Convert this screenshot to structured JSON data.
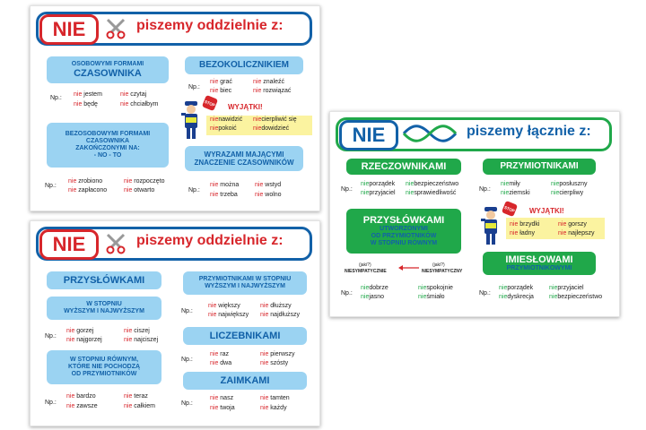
{
  "colors": {
    "red": "#d7262b",
    "blue": "#1261a8",
    "light_blue": "#9bd3f2",
    "green": "#20a84a"
  },
  "poster1": {
    "nie": "NIE",
    "title": "piszemy oddzielnie z:",
    "icon": "scissors-icon",
    "sec_a": {
      "line1": "OSOBOWYMI FORMAMI",
      "line2": "CZASOWNIKA"
    },
    "ex_a": {
      "np": "Np.:",
      "r1": [
        [
          "nie",
          " jestem"
        ],
        [
          "nie",
          " czytaj"
        ]
      ],
      "r2": [
        [
          "nie",
          " będę"
        ],
        [
          "nie",
          " chciałbym"
        ]
      ]
    },
    "sec_b": {
      "line1": "BEZOSOBOWYMI FORMAMI",
      "line2": "CZASOWNIKA",
      "line3": "ZAKOŃCZONYMI NA:",
      "line4": "- NO  - TO"
    },
    "ex_b": {
      "np": "Np.:",
      "r1": [
        [
          "nie",
          " zrobiono"
        ],
        [
          "nie",
          " rozpoczęto"
        ]
      ],
      "r2": [
        [
          "nie",
          " zapłacono"
        ],
        [
          "nie",
          " otwarto"
        ]
      ]
    },
    "sec_c": {
      "line1": "BEZOKOLICZNIKIEM"
    },
    "ex_c": {
      "np": "Np.:",
      "r1": [
        [
          "nie",
          " grać"
        ],
        [
          "nie",
          " znaleźć"
        ]
      ],
      "r2": [
        [
          "nie",
          " biec"
        ],
        [
          "nie",
          " rozwiązać"
        ]
      ]
    },
    "stop": "STOP",
    "wyjatki": "WYJĄTKI!",
    "ex_w": {
      "r1": [
        [
          "nie",
          "nawidzić"
        ],
        [
          "nie",
          "cierpliwić się"
        ]
      ],
      "r2": [
        [
          "nie",
          "pokoić"
        ],
        [
          "nie",
          "dowidzieć"
        ]
      ]
    },
    "sec_d": {
      "line1": "WYRAZAMI MAJĄCYMI",
      "line2": "ZNACZENIE CZASOWNIKÓW"
    },
    "ex_d": {
      "np": "Np.:",
      "r1": [
        [
          "nie",
          " można"
        ],
        [
          "nie",
          " wstyd"
        ]
      ],
      "r2": [
        [
          "nie",
          " trzeba"
        ],
        [
          "nie",
          " wolno"
        ]
      ]
    }
  },
  "poster2": {
    "nie": "NIE",
    "title": "piszemy oddzielnie z:",
    "icon": "scissors-icon",
    "sec_a": {
      "line1": "PRZYSŁÓWKAMI"
    },
    "sec_a2": {
      "line1": "W STOPNIU",
      "line2": "WYŻSZYM I NAJWYŻSZYM"
    },
    "ex_a": {
      "np": "Np.:",
      "r1": [
        [
          "nie",
          " gorzej"
        ],
        [
          "nie",
          " ciszej"
        ]
      ],
      "r2": [
        [
          "nie",
          " najgorzej"
        ],
        [
          "nie",
          " najciszej"
        ]
      ]
    },
    "sec_a3": {
      "line1": "W STOPNIU RÓWNYM,",
      "line2": "KTÓRE NIE POCHODZĄ",
      "line3": "OD PRZYMIOTNIKÓW"
    },
    "ex_a3": {
      "np": "Np.:",
      "r1": [
        [
          "nie",
          " bardzo"
        ],
        [
          "nie",
          " teraz"
        ]
      ],
      "r2": [
        [
          "nie",
          " zawsze"
        ],
        [
          "nie",
          " całkiem"
        ]
      ]
    },
    "sec_b": {
      "line1": "PRZYMIOTNIKAMI W STOPNIU",
      "line2": "WYŻSZYM I NAJWYŻSZYM"
    },
    "ex_b": {
      "np": "Np.:",
      "r1": [
        [
          "nie",
          " większy"
        ],
        [
          "nie",
          " dłuższy"
        ]
      ],
      "r2": [
        [
          "nie",
          " największy"
        ],
        [
          "nie",
          " najdłuższy"
        ]
      ]
    },
    "sec_c": {
      "line1": "LICZEBNIKAMI"
    },
    "ex_c": {
      "np": "Np.:",
      "r1": [
        [
          "nie",
          " raz"
        ],
        [
          "nie",
          " pierwszy"
        ]
      ],
      "r2": [
        [
          "nie",
          " dwa"
        ],
        [
          "nie",
          " szósty"
        ]
      ]
    },
    "sec_d": {
      "line1": "ZAIMKAMI"
    },
    "ex_d": {
      "np": "Np.:",
      "r1": [
        [
          "nie",
          " nasz"
        ],
        [
          "nie",
          " tamten"
        ]
      ],
      "r2": [
        [
          "nie",
          " twoja"
        ],
        [
          "nie",
          " każdy"
        ]
      ]
    }
  },
  "poster3": {
    "nie": "NIE",
    "title": "piszemy łącznie z:",
    "icon": "knot-icon",
    "sec_a": {
      "line1": "RZECZOWNIKAMI"
    },
    "ex_a": {
      "np": "Np.:",
      "r1": [
        [
          "nie",
          "porządek"
        ],
        [
          "nie",
          "bezpieczeństwo"
        ]
      ],
      "r2": [
        [
          "nie",
          "przyjaciel"
        ],
        [
          "nie",
          "sprawiedliwość"
        ]
      ]
    },
    "sec_b": {
      "line1": "PRZYMIOTNIKAMI"
    },
    "ex_b": {
      "np": "Np.:",
      "r1": [
        [
          "nie",
          "miły"
        ],
        [
          "nie",
          "posłuszny"
        ]
      ],
      "r2": [
        [
          "nie",
          "ziemski"
        ],
        [
          "nie",
          "cierpliwy"
        ]
      ]
    },
    "sec_c": {
      "line1": "PRZYSŁÓWKAMI",
      "line2": "UTWORZONYMI",
      "line3": "OD PRZYMIOTNIKÓW",
      "line4": "W STOPNIU RÓWNYM"
    },
    "q1": "(jaki?)",
    "q1b": "NIESYMPATYCZNIE",
    "q2": "(jaki?)",
    "q2b": "NIESYMPATYCZNY",
    "ex_c": {
      "np": "Np.:",
      "r1": [
        [
          "nie",
          "dobrze"
        ],
        [
          "nie",
          "spokojnie"
        ]
      ],
      "r2": [
        [
          "nie",
          "jasno"
        ],
        [
          "nie",
          "śmiało"
        ]
      ]
    },
    "stop": "STOP",
    "wyjatki": "WYJĄTKI!",
    "ex_w": {
      "r1": [
        [
          "nie",
          " brzydki"
        ],
        [
          "nie",
          " gorszy"
        ]
      ],
      "r2": [
        [
          "nie",
          " ładny"
        ],
        [
          "nie",
          " najlepszy"
        ]
      ]
    },
    "sec_d": {
      "line1": "IMIESŁOWAMI",
      "line2": "PRZYMIOTNIKOWYMI"
    },
    "ex_d": {
      "np": "Np.:",
      "r1": [
        [
          "nie",
          "porządek"
        ],
        [
          "nie",
          "przyjaciel"
        ]
      ],
      "r2": [
        [
          "nie",
          "dyskrecja"
        ],
        [
          "nie",
          "bezpieczeństwo"
        ]
      ]
    }
  }
}
